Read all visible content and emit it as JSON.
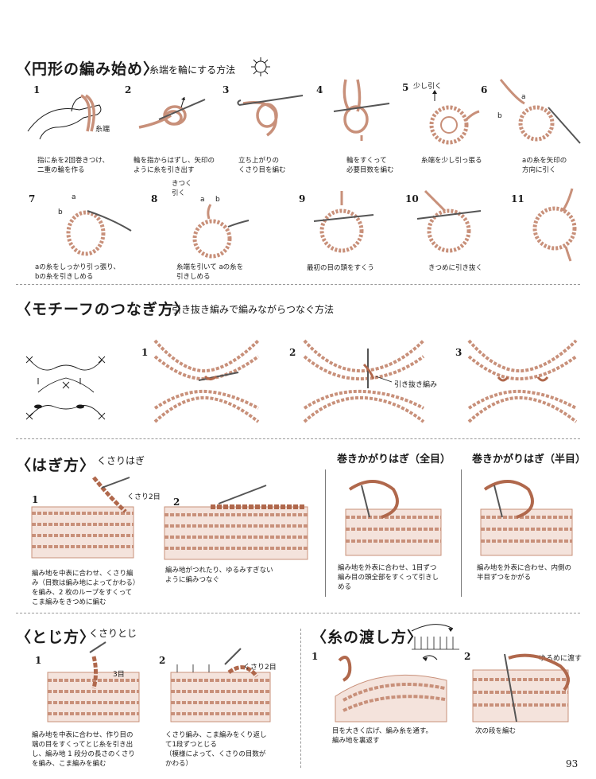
{
  "page_number": "93",
  "circle_start": {
    "title": "〈円形の編み始め〉",
    "subtitle": "糸端を輪にする方法",
    "steps": [
      {
        "num": "1",
        "caption": "指に糸を2回巻きつけ、\n二重の輪を作る",
        "labels": [
          "糸端"
        ]
      },
      {
        "num": "2",
        "caption": "輪を指からはずし、矢印の\nように糸を引き出す",
        "labels": []
      },
      {
        "num": "3",
        "caption": "立ち上がりの\nくさり目を編む",
        "labels": []
      },
      {
        "num": "4",
        "caption": "輪をすくって\n必要目数を編む",
        "labels": []
      },
      {
        "num": "5",
        "caption": "糸端を少し引っ張る",
        "labels": [
          "少し引く"
        ]
      },
      {
        "num": "6",
        "caption": "aの糸を矢印の\n方向に引く",
        "labels": [
          "a",
          "b"
        ]
      },
      {
        "num": "7",
        "caption": "aの糸をしっかり引っ張り、\nbの糸を引きしめる",
        "labels": [
          "a",
          "b"
        ]
      },
      {
        "num": "8",
        "caption": "糸端を引いて aの糸を\n引きしめる",
        "labels": [
          "きつく\n引く",
          "a",
          "b"
        ]
      },
      {
        "num": "9",
        "caption": "最初の目の頭をすくう",
        "labels": []
      },
      {
        "num": "10",
        "caption": "",
        "labels": []
      },
      {
        "num": "11",
        "caption": "きつめに引き抜く",
        "labels": []
      }
    ]
  },
  "motif_join": {
    "title": "〈モチーフのつなぎ方〉",
    "subtitle": "引き抜き編みで編みながらつなぐ方法",
    "steps": [
      {
        "num": "1"
      },
      {
        "num": "2"
      },
      {
        "num": "3"
      }
    ],
    "label_slip": "引き抜き編み"
  },
  "hagi": {
    "title": "〈はぎ方〉",
    "subtitle": "くさりはぎ",
    "steps": [
      {
        "num": "1",
        "caption": "編み地を中表に合わせ、くさり編\nみ（目数は編み地によってかわる）\nを編み、2 枚のループをすくって\nこま編みをきつめに編む",
        "label": "くさり2目"
      },
      {
        "num": "2",
        "caption": "編み地がつれたり、ゆるみすぎない\nように編みつなぐ"
      }
    ],
    "whip_full": {
      "title": "巻きかがりはぎ（全目）",
      "caption": "編み地を外表に合わせ、1目ずつ\n編み目の頭全部をすくって引きし\nめる"
    },
    "whip_half": {
      "title": "巻きかがりはぎ（半目）",
      "caption": "編み地を外表に合わせ、内側の\n半目ずつをかがる"
    }
  },
  "toji": {
    "title": "〈とじ方〉",
    "subtitle": "くさりとじ",
    "steps": [
      {
        "num": "1",
        "caption": "編み地を中表に合わせ、作り目の\n端の目をすくってとじ糸を引き出\nし、編み地 1 段分の長さのくさり\nを編み、こま編みを編む",
        "label": "3目"
      },
      {
        "num": "2",
        "caption": "くさり編み、こま編みをくり返し\nて1段ずつとじる\n（模様によって、くさりの目数が\nかわる）",
        "label": "くさり2目"
      }
    ]
  },
  "yarn_carry": {
    "title": "〈糸の渡し方〉",
    "steps": [
      {
        "num": "1",
        "caption": "目を大きく広げ、編み糸を通す。\n編み地を裏返す"
      },
      {
        "num": "2",
        "caption": "次の段を編む",
        "label": "ゆるめに渡す"
      }
    ]
  },
  "colors": {
    "yarn": "#c8907a",
    "yarn_dark": "#b0684c",
    "ink": "#1a1a1a",
    "rule": "#9a9a9a"
  }
}
